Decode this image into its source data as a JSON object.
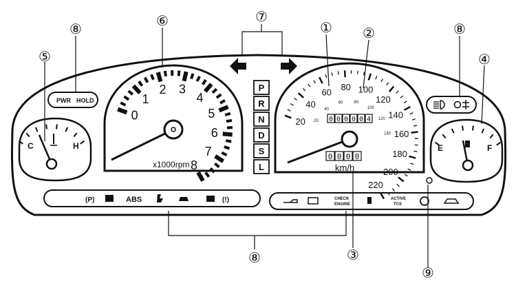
{
  "callouts": [
    "①",
    "②",
    "③",
    "④",
    "⑤",
    "⑥",
    "⑦",
    "⑧",
    "⑨"
  ],
  "left_panel": {
    "pwr": "PWR",
    "hold": "HOLD"
  },
  "temp_gauge": {
    "cold": "C",
    "hot": "H"
  },
  "fuel_gauge": {
    "empty": "E",
    "full": "F"
  },
  "tachometer": {
    "labels": [
      "0",
      "1",
      "2",
      "3",
      "4",
      "5",
      "6",
      "7",
      "8"
    ],
    "unit": "x1000rpm"
  },
  "gear_selector": [
    "P",
    "R",
    "N",
    "D",
    "S",
    "L"
  ],
  "speedometer": {
    "kmh_labels": [
      "20",
      "40",
      "60",
      "80",
      "100",
      "120",
      "140",
      "160",
      "180",
      "200",
      "220"
    ],
    "mph_labels": [
      "20",
      "40",
      "60",
      "80",
      "100",
      "120",
      "140"
    ],
    "odometer": [
      "0",
      "0",
      "0",
      "0",
      "0",
      "4"
    ],
    "trip": [
      "0",
      "0",
      "0",
      "0"
    ],
    "unit": "km/h"
  },
  "indicators_left": {
    "park": "(P)",
    "abs": "ABS",
    "brake": "(!)"
  },
  "indicators_right": {
    "check1": "CHECK",
    "check2": "ENGINE",
    "active1": "ACTIVE",
    "active2": "TCS"
  },
  "colors": {
    "ink": "#111111",
    "paper": "#ffffff"
  }
}
